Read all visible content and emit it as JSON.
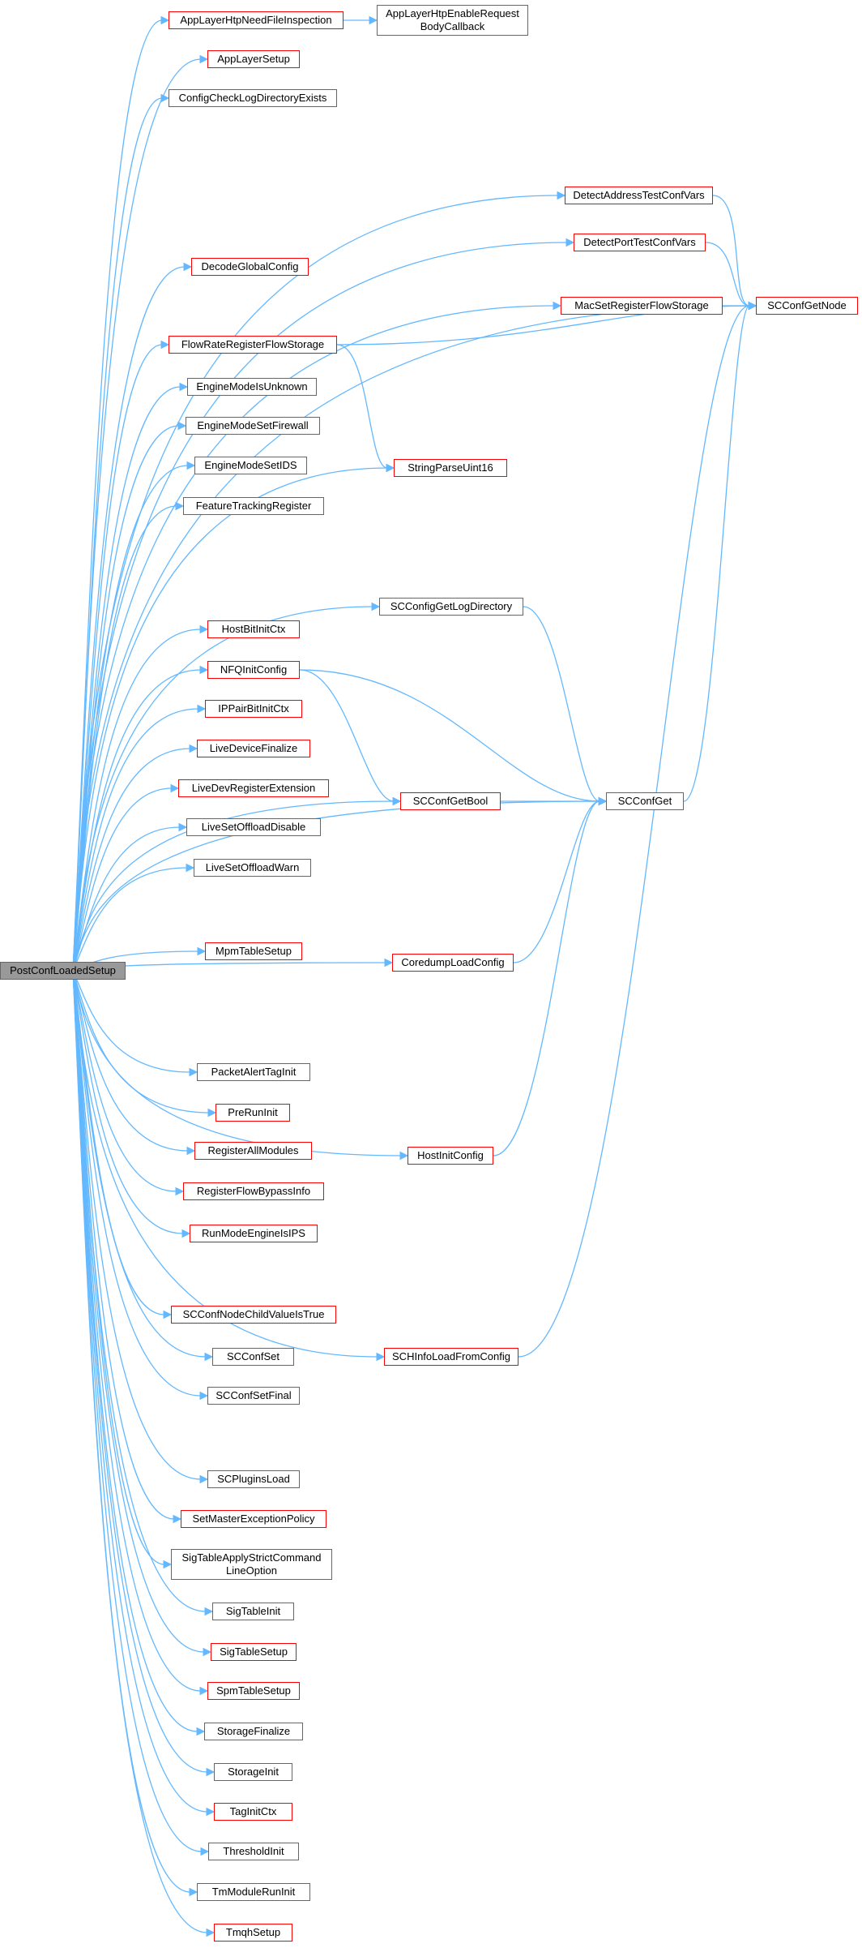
{
  "graph": {
    "root": "PostConfLoadedSetup",
    "edge_color": "#63b8ff",
    "truncated_node_color": "#ff0000",
    "nodes": [
      {
        "id": "PostConfLoadedSetup",
        "label": "PostConfLoadedSetup",
        "style": "root"
      },
      {
        "id": "AppLayerHtpNeedFileInspection",
        "label": "AppLayerHtpNeedFileInspection",
        "style": "red"
      },
      {
        "id": "AppLayerHtpEnableRequestBodyCallback",
        "label": "AppLayerHtpEnableRequest\nBodyCallback",
        "style": "normal"
      },
      {
        "id": "AppLayerSetup",
        "label": "AppLayerSetup",
        "style": "red"
      },
      {
        "id": "ConfigCheckLogDirectoryExists",
        "label": "ConfigCheckLogDirectoryExists",
        "style": "normal"
      },
      {
        "id": "SCConfGetNode",
        "label": "SCConfGetNode",
        "style": "red"
      },
      {
        "id": "DetectAddressTestConfVars",
        "label": "DetectAddressTestConfVars",
        "style": "red"
      },
      {
        "id": "DetectPortTestConfVars",
        "label": "DetectPortTestConfVars",
        "style": "red"
      },
      {
        "id": "DecodeGlobalConfig",
        "label": "DecodeGlobalConfig",
        "style": "red"
      },
      {
        "id": "MacSetRegisterFlowStorage",
        "label": "MacSetRegisterFlowStorage",
        "style": "red"
      },
      {
        "id": "FlowRateRegisterFlowStorage",
        "label": "FlowRateRegisterFlowStorage",
        "style": "red"
      },
      {
        "id": "StringParseUint16",
        "label": "StringParseUint16",
        "style": "red"
      },
      {
        "id": "EngineModeIsUnknown",
        "label": "EngineModeIsUnknown",
        "style": "normal"
      },
      {
        "id": "EngineModeSetFirewall",
        "label": "EngineModeSetFirewall",
        "style": "normal"
      },
      {
        "id": "EngineModeSetIDS",
        "label": "EngineModeSetIDS",
        "style": "normal"
      },
      {
        "id": "FeatureTrackingRegister",
        "label": "FeatureTrackingRegister",
        "style": "normal"
      },
      {
        "id": "SCConfigGetLogDirectory",
        "label": "SCConfigGetLogDirectory",
        "style": "normal"
      },
      {
        "id": "HostBitInitCtx",
        "label": "HostBitInitCtx",
        "style": "red"
      },
      {
        "id": "NFQInitConfig",
        "label": "NFQInitConfig",
        "style": "red"
      },
      {
        "id": "IPPairBitInitCtx",
        "label": "IPPairBitInitCtx",
        "style": "red"
      },
      {
        "id": "LiveDeviceFinalize",
        "label": "LiveDeviceFinalize",
        "style": "red"
      },
      {
        "id": "LiveDevRegisterExtension",
        "label": "LiveDevRegisterExtension",
        "style": "red"
      },
      {
        "id": "SCConfGetBool",
        "label": "SCConfGetBool",
        "style": "red"
      },
      {
        "id": "SCConfGet",
        "label": "SCConfGet",
        "style": "normal"
      },
      {
        "id": "LiveSetOffloadDisable",
        "label": "LiveSetOffloadDisable",
        "style": "normal"
      },
      {
        "id": "LiveSetOffloadWarn",
        "label": "LiveSetOffloadWarn",
        "style": "normal"
      },
      {
        "id": "MpmTableSetup",
        "label": "MpmTableSetup",
        "style": "red"
      },
      {
        "id": "CoredumpLoadConfig",
        "label": "CoredumpLoadConfig",
        "style": "red"
      },
      {
        "id": "PacketAlertTagInit",
        "label": "PacketAlertTagInit",
        "style": "normal"
      },
      {
        "id": "PreRunInit",
        "label": "PreRunInit",
        "style": "red"
      },
      {
        "id": "RegisterAllModules",
        "label": "RegisterAllModules",
        "style": "red"
      },
      {
        "id": "HostInitConfig",
        "label": "HostInitConfig",
        "style": "red"
      },
      {
        "id": "RegisterFlowBypassInfo",
        "label": "RegisterFlowBypassInfo",
        "style": "red"
      },
      {
        "id": "RunModeEngineIsIPS",
        "label": "RunModeEngineIsIPS",
        "style": "red"
      },
      {
        "id": "SCConfNodeChildValueIsTrue",
        "label": "SCConfNodeChildValueIsTrue",
        "style": "red"
      },
      {
        "id": "SCConfSet",
        "label": "SCConfSet",
        "style": "normal"
      },
      {
        "id": "SCHInfoLoadFromConfig",
        "label": "SCHInfoLoadFromConfig",
        "style": "red"
      },
      {
        "id": "SCConfSetFinal",
        "label": "SCConfSetFinal",
        "style": "normal"
      },
      {
        "id": "SCPluginsLoad",
        "label": "SCPluginsLoad",
        "style": "normal"
      },
      {
        "id": "SetMasterExceptionPolicy",
        "label": "SetMasterExceptionPolicy",
        "style": "red"
      },
      {
        "id": "SigTableApplyStrictCommandLineOption",
        "label": "SigTableApplyStrictCommand\nLineOption",
        "style": "normal"
      },
      {
        "id": "SigTableInit",
        "label": "SigTableInit",
        "style": "normal"
      },
      {
        "id": "SigTableSetup",
        "label": "SigTableSetup",
        "style": "red"
      },
      {
        "id": "SpmTableSetup",
        "label": "SpmTableSetup",
        "style": "red"
      },
      {
        "id": "StorageFinalize",
        "label": "StorageFinalize",
        "style": "normal"
      },
      {
        "id": "StorageInit",
        "label": "StorageInit",
        "style": "normal"
      },
      {
        "id": "TagInitCtx",
        "label": "TagInitCtx",
        "style": "red"
      },
      {
        "id": "ThresholdInit",
        "label": "ThresholdInit",
        "style": "normal"
      },
      {
        "id": "TmModuleRunInit",
        "label": "TmModuleRunInit",
        "style": "normal"
      },
      {
        "id": "TmqhSetup",
        "label": "TmqhSetup",
        "style": "red"
      }
    ],
    "edges": [
      [
        "PostConfLoadedSetup",
        "AppLayerHtpNeedFileInspection"
      ],
      [
        "AppLayerHtpNeedFileInspection",
        "AppLayerHtpEnableRequestBodyCallback"
      ],
      [
        "PostConfLoadedSetup",
        "AppLayerSetup"
      ],
      [
        "PostConfLoadedSetup",
        "ConfigCheckLogDirectoryExists"
      ],
      [
        "PostConfLoadedSetup",
        "SCConfGetNode"
      ],
      [
        "PostConfLoadedSetup",
        "DetectAddressTestConfVars"
      ],
      [
        "DetectAddressTestConfVars",
        "SCConfGetNode"
      ],
      [
        "PostConfLoadedSetup",
        "DetectPortTestConfVars"
      ],
      [
        "DetectPortTestConfVars",
        "SCConfGetNode"
      ],
      [
        "PostConfLoadedSetup",
        "DecodeGlobalConfig"
      ],
      [
        "PostConfLoadedSetup",
        "MacSetRegisterFlowStorage"
      ],
      [
        "MacSetRegisterFlowStorage",
        "SCConfGetNode"
      ],
      [
        "PostConfLoadedSetup",
        "FlowRateRegisterFlowStorage"
      ],
      [
        "FlowRateRegisterFlowStorage",
        "SCConfGetNode"
      ],
      [
        "FlowRateRegisterFlowStorage",
        "StringParseUint16"
      ],
      [
        "PostConfLoadedSetup",
        "EngineModeIsUnknown"
      ],
      [
        "PostConfLoadedSetup",
        "EngineModeSetFirewall"
      ],
      [
        "PostConfLoadedSetup",
        "EngineModeSetIDS"
      ],
      [
        "PostConfLoadedSetup",
        "FeatureTrackingRegister"
      ],
      [
        "PostConfLoadedSetup",
        "StringParseUint16"
      ],
      [
        "PostConfLoadedSetup",
        "SCConfigGetLogDirectory"
      ],
      [
        "SCConfigGetLogDirectory",
        "SCConfGet"
      ],
      [
        "PostConfLoadedSetup",
        "HostBitInitCtx"
      ],
      [
        "PostConfLoadedSetup",
        "NFQInitConfig"
      ],
      [
        "NFQInitConfig",
        "SCConfGetBool"
      ],
      [
        "NFQInitConfig",
        "SCConfGet"
      ],
      [
        "PostConfLoadedSetup",
        "IPPairBitInitCtx"
      ],
      [
        "PostConfLoadedSetup",
        "LiveDeviceFinalize"
      ],
      [
        "PostConfLoadedSetup",
        "LiveDevRegisterExtension"
      ],
      [
        "PostConfLoadedSetup",
        "SCConfGetBool"
      ],
      [
        "SCConfGetBool",
        "SCConfGet"
      ],
      [
        "SCConfGet",
        "SCConfGetNode"
      ],
      [
        "PostConfLoadedSetup",
        "LiveSetOffloadDisable"
      ],
      [
        "PostConfLoadedSetup",
        "LiveSetOffloadWarn"
      ],
      [
        "PostConfLoadedSetup",
        "MpmTableSetup"
      ],
      [
        "PostConfLoadedSetup",
        "CoredumpLoadConfig"
      ],
      [
        "CoredumpLoadConfig",
        "SCConfGet"
      ],
      [
        "PostConfLoadedSetup",
        "SCConfGet"
      ],
      [
        "PostConfLoadedSetup",
        "PacketAlertTagInit"
      ],
      [
        "PostConfLoadedSetup",
        "PreRunInit"
      ],
      [
        "PostConfLoadedSetup",
        "RegisterAllModules"
      ],
      [
        "PostConfLoadedSetup",
        "HostInitConfig"
      ],
      [
        "HostInitConfig",
        "SCConfGet"
      ],
      [
        "PostConfLoadedSetup",
        "RegisterFlowBypassInfo"
      ],
      [
        "PostConfLoadedSetup",
        "RunModeEngineIsIPS"
      ],
      [
        "PostConfLoadedSetup",
        "SCConfNodeChildValueIsTrue"
      ],
      [
        "PostConfLoadedSetup",
        "SCConfSet"
      ],
      [
        "PostConfLoadedSetup",
        "SCHInfoLoadFromConfig"
      ],
      [
        "SCHInfoLoadFromConfig",
        "SCConfGetNode"
      ],
      [
        "PostConfLoadedSetup",
        "SCConfSetFinal"
      ],
      [
        "PostConfLoadedSetup",
        "SCPluginsLoad"
      ],
      [
        "PostConfLoadedSetup",
        "SetMasterExceptionPolicy"
      ],
      [
        "PostConfLoadedSetup",
        "SigTableApplyStrictCommandLineOption"
      ],
      [
        "PostConfLoadedSetup",
        "SigTableInit"
      ],
      [
        "PostConfLoadedSetup",
        "SigTableSetup"
      ],
      [
        "PostConfLoadedSetup",
        "SpmTableSetup"
      ],
      [
        "PostConfLoadedSetup",
        "StorageFinalize"
      ],
      [
        "PostConfLoadedSetup",
        "StorageInit"
      ],
      [
        "PostConfLoadedSetup",
        "TagInitCtx"
      ],
      [
        "PostConfLoadedSetup",
        "ThresholdInit"
      ],
      [
        "PostConfLoadedSetup",
        "TmModuleRunInit"
      ],
      [
        "PostConfLoadedSetup",
        "TmqhSetup"
      ]
    ]
  }
}
